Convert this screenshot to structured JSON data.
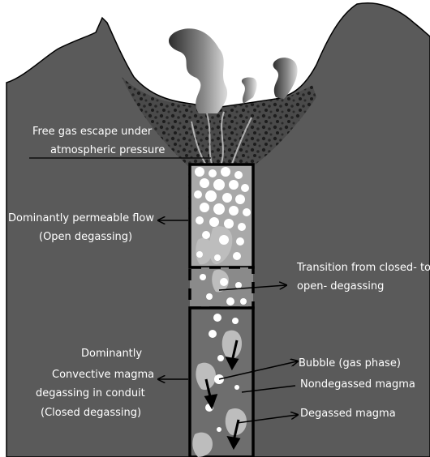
{
  "diagram": {
    "labels": {
      "free_gas_line1": "Free gas escape under",
      "free_gas_line2": "atmospheric pressure",
      "permeable_line1": "Dominantly permeable flow",
      "permeable_line2": "(Open degassing)",
      "transition_line1": "Transition from closed- to",
      "transition_line2": "open- degassing",
      "convective_line1": "Dominantly",
      "convective_line2": "Convective magma",
      "convective_line3": "degassing in conduit",
      "convective_line4": "(Closed degassing)",
      "bubble": "Bubble (gas phase)",
      "nondegassed": "Nondegassed magma",
      "degassed": "Degassed magma"
    },
    "colors": {
      "background": "#ffffff",
      "ground": "#5a5a5a",
      "crater_fill": "#4a4a4a",
      "conduit_upper": "#a9a9a9",
      "conduit_lower": "#6e6e6e",
      "bubble": "#ffffff",
      "degassed_patch": "#bdbdbd",
      "text": "#ffffff",
      "outline": "#000000"
    }
  }
}
